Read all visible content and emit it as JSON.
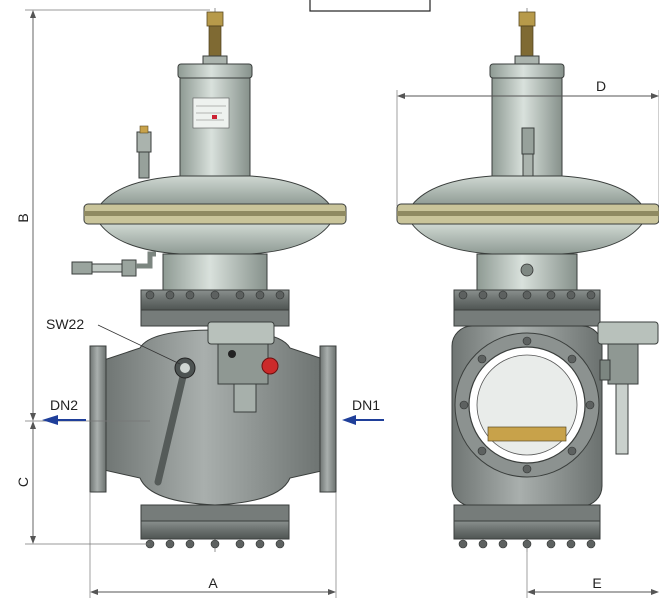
{
  "labels": {
    "dim_a": "A",
    "dim_b": "B",
    "dim_c": "C",
    "dim_d": "D",
    "dim_e": "E",
    "dn1": "DN1",
    "dn2": "DN2",
    "sw22": "SW22"
  },
  "colors": {
    "arrow_blue": "#1f3f9a",
    "body_gray": "#8d9391",
    "housing_green": "#b9c4bd",
    "brass": "#c8a24a",
    "relief_red": "#cc2a2a"
  }
}
